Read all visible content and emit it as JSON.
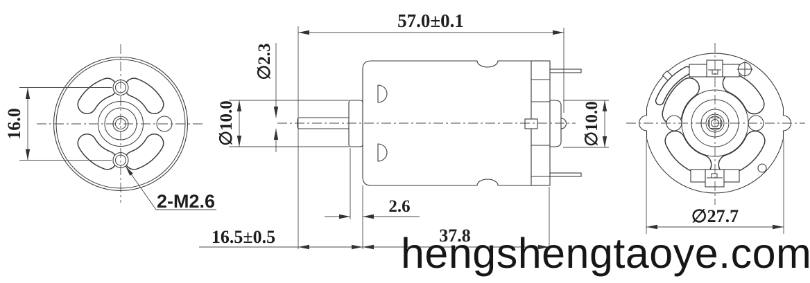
{
  "drawing": {
    "front_view": {
      "mounting_hole_spacing": "16.0",
      "mounting_hole_callout": "2-M2.6"
    },
    "side_view": {
      "overall_length": "57.0±0.1",
      "shaft_diameter": "∅2.3",
      "front_boss_diameter": "∅10.0",
      "boss_width": "2.6",
      "rear_bushing_diameter": "∅10.0",
      "case_length": "37.8",
      "shaft_extension_length": "16.5±0.5"
    },
    "rear_view": {
      "case_diameter": "∅27.7"
    }
  },
  "watermark": "hengshengtaoye.com",
  "colors": {
    "line": "#3a3a3a",
    "text": "#1e1e1e",
    "watermark": "#161616",
    "background": "#ffffff"
  }
}
